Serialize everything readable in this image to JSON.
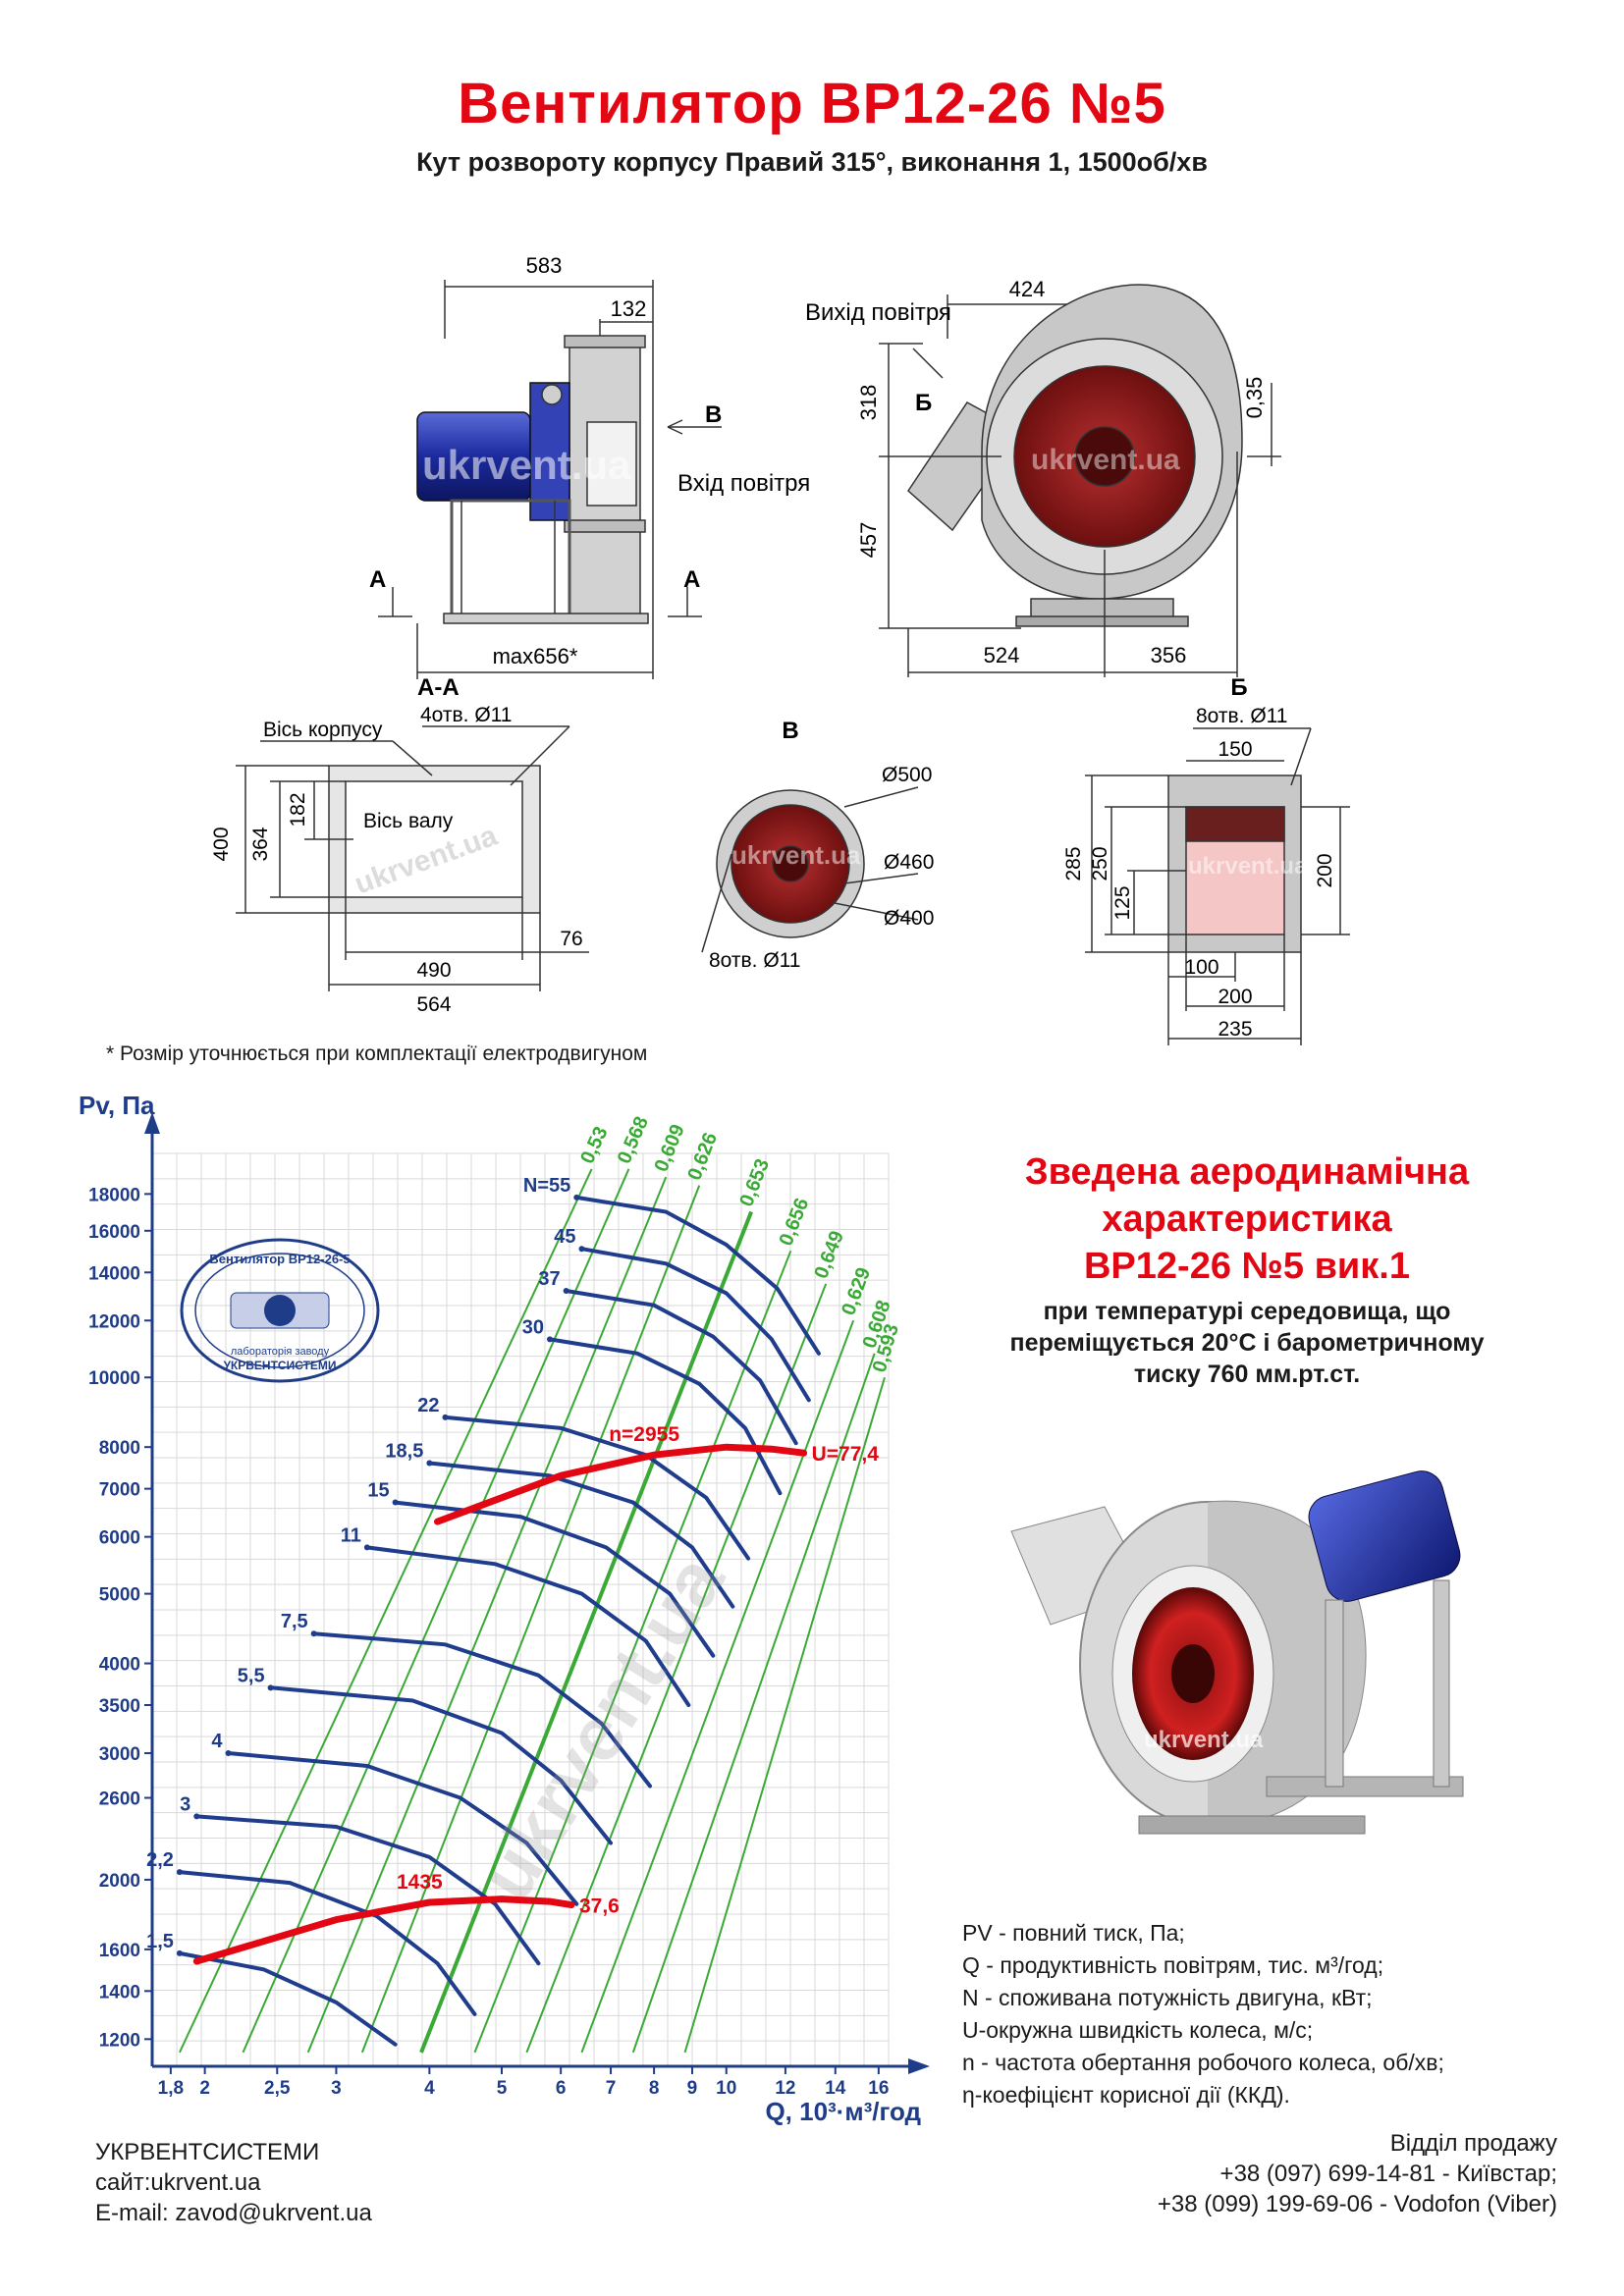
{
  "header": {
    "title": "Вентилятор  ВР12-26 №5",
    "subtitle": "Кут розвороту корпусу Правий 315°, виконання 1, 1500об/хв"
  },
  "drawing": {
    "side_view": {
      "dim_583": "583",
      "dim_132": "132",
      "label_B": "В",
      "inlet": "Вхід повітря",
      "label_A_left": "А",
      "label_A_right": "А",
      "dim_max": "max656*"
    },
    "front_view": {
      "outlet": "Вихід повітря",
      "dim_424": "424",
      "dim_318": "318",
      "label_B": "Б",
      "dim_035": "0,35",
      "dim_457": "457",
      "dim_524": "524",
      "dim_356": "356"
    },
    "section_aa": {
      "title": "А-А",
      "axis_body": "Вісь корпусу",
      "holes": "4отв.   Ø11",
      "axis_shaft": "Вісь валу",
      "dim_400": "400",
      "dim_364": "364",
      "dim_182": "182",
      "dim_76": "76",
      "dim_490": "490",
      "dim_564": "564"
    },
    "view_v": {
      "title": "В",
      "d500": "Ø500",
      "d460": "Ø460",
      "d400": "Ø400",
      "holes": "8отв. Ø11"
    },
    "view_b": {
      "title": "Б",
      "holes": "8отв. Ø11",
      "dim_150": "150",
      "dim_285": "285",
      "dim_250": "250",
      "dim_125": "125",
      "dim_200v": "200",
      "dim_100": "100",
      "dim_200h": "200",
      "dim_235": "235"
    },
    "footnote": "* Розмір уточнюється при комплектації електродвигуном",
    "watermark": "ukrvent.ua"
  },
  "performance": {
    "title_lines": [
      "Зведена аеродинамічна",
      "характеристика",
      "ВР12-26 №5 вик.1"
    ],
    "desc_lines": [
      "при температурі середовища, що",
      "переміщується 20°С і барометричному",
      "тиску 760 мм.рт.ст."
    ]
  },
  "legend": [
    "PV - повний тиск, Па;",
    "Q - продуктивність повітрям, тис. м³/год;",
    "N - споживана потужність двигуна, кВт;",
    "U-окружна швидкість колеса, м/с;",
    "n - частота обертання робочого колеса, об/хв;",
    "η-коефіцієнт корисної дії (ККД)."
  ],
  "footer": {
    "company": "УКРВЕНТСИСТЕМИ",
    "site": "сайт:ukrvent.ua",
    "email": "E-mail: zavod@ukrvent.ua",
    "sales_title": "Відділ продажу",
    "phone1": "+38 (097) 699-14-81 - Київстар;",
    "phone2": "+38 (099) 199-69-06 - Vodofon (Viber)"
  },
  "stamp": {
    "top": "Вентилятор ВР12-26-5",
    "mid": "лабораторія заводу",
    "bottom": "УКРВЕНТСИСТЕМИ"
  },
  "chart_data": {
    "type": "line",
    "title": "",
    "ylabel": "Pv, Па",
    "xlabel": "Q, 10³·м³/год",
    "x_scale": "log",
    "y_scale": "log",
    "xlim": [
      1.7,
      16.5
    ],
    "ylim": [
      1100,
      20500
    ],
    "x_ticks": [
      "1,8",
      "2",
      "2,5",
      "3",
      "4",
      "5",
      "6",
      "7",
      "8",
      "9",
      "10",
      "12",
      "14",
      "16"
    ],
    "x_tick_values": [
      1.8,
      2,
      2.5,
      3,
      4,
      5,
      6,
      7,
      8,
      9,
      10,
      12,
      14,
      16
    ],
    "y_ticks": [
      "1200",
      "1400",
      "1600",
      "2000",
      "2600",
      "3000",
      "3500",
      "4000",
      "5000",
      "6000",
      "7000",
      "8000",
      "10000",
      "12000",
      "14000",
      "16000",
      "18000"
    ],
    "y_tick_values": [
      1200,
      1400,
      1600,
      2000,
      2600,
      3000,
      3500,
      4000,
      5000,
      6000,
      7000,
      8000,
      10000,
      12000,
      14000,
      16000,
      18000
    ],
    "speed_curves": [
      {
        "label": "n=2955",
        "u_label": "U=77,4",
        "points": [
          [
            4.1,
            6300
          ],
          [
            6.0,
            7300
          ],
          [
            8.0,
            7800
          ],
          [
            10.0,
            8000
          ],
          [
            11.5,
            7950
          ],
          [
            12.7,
            7850
          ]
        ]
      },
      {
        "label": "1435",
        "u_label": "37,6",
        "points": [
          [
            1.95,
            1540
          ],
          [
            3.0,
            1760
          ],
          [
            4.0,
            1860
          ],
          [
            5.0,
            1880
          ],
          [
            5.8,
            1865
          ],
          [
            6.2,
            1845
          ]
        ]
      }
    ],
    "power_curves": [
      {
        "label": "N=55",
        "points": [
          [
            6.3,
            17800
          ],
          [
            8.3,
            17000
          ],
          [
            10.0,
            15300
          ],
          [
            11.7,
            13300
          ],
          [
            13.3,
            10800
          ]
        ]
      },
      {
        "label": "45",
        "points": [
          [
            6.4,
            15100
          ],
          [
            8.3,
            14400
          ],
          [
            10.0,
            13100
          ],
          [
            11.5,
            11300
          ],
          [
            12.9,
            9300
          ]
        ]
      },
      {
        "label": "37",
        "points": [
          [
            6.1,
            13200
          ],
          [
            8.0,
            12600
          ],
          [
            9.6,
            11400
          ],
          [
            11.1,
            9900
          ],
          [
            12.4,
            8100
          ]
        ]
      },
      {
        "label": "30",
        "points": [
          [
            5.8,
            11300
          ],
          [
            7.6,
            10800
          ],
          [
            9.2,
            9800
          ],
          [
            10.6,
            8500
          ],
          [
            11.8,
            6900
          ]
        ]
      },
      {
        "label": "22",
        "points": [
          [
            4.2,
            8800
          ],
          [
            6.0,
            8500
          ],
          [
            7.8,
            7800
          ],
          [
            9.4,
            6800
          ],
          [
            10.7,
            5600
          ]
        ]
      },
      {
        "label": "18,5",
        "points": [
          [
            4.0,
            7600
          ],
          [
            5.8,
            7300
          ],
          [
            7.5,
            6700
          ],
          [
            9.0,
            5800
          ],
          [
            10.2,
            4800
          ]
        ]
      },
      {
        "label": "15",
        "points": [
          [
            3.6,
            6700
          ],
          [
            5.3,
            6400
          ],
          [
            6.9,
            5800
          ],
          [
            8.4,
            5000
          ],
          [
            9.6,
            4100
          ]
        ]
      },
      {
        "label": "11",
        "points": [
          [
            3.3,
            5800
          ],
          [
            4.9,
            5500
          ],
          [
            6.4,
            5000
          ],
          [
            7.8,
            4300
          ],
          [
            8.9,
            3500
          ]
        ]
      },
      {
        "label": "7,5",
        "points": [
          [
            2.8,
            4400
          ],
          [
            4.2,
            4250
          ],
          [
            5.6,
            3850
          ],
          [
            6.8,
            3300
          ],
          [
            7.9,
            2700
          ]
        ]
      },
      {
        "label": "5,5",
        "points": [
          [
            2.45,
            3700
          ],
          [
            3.8,
            3550
          ],
          [
            5.0,
            3200
          ],
          [
            6.0,
            2750
          ],
          [
            7.0,
            2250
          ]
        ]
      },
      {
        "label": "4",
        "points": [
          [
            2.15,
            3000
          ],
          [
            3.3,
            2880
          ],
          [
            4.4,
            2600
          ],
          [
            5.4,
            2250
          ],
          [
            6.3,
            1850
          ]
        ]
      },
      {
        "label": "3",
        "points": [
          [
            1.95,
            2450
          ],
          [
            3.0,
            2370
          ],
          [
            4.0,
            2150
          ],
          [
            4.9,
            1850
          ],
          [
            5.6,
            1530
          ]
        ]
      },
      {
        "label": "2,2",
        "points": [
          [
            1.85,
            2050
          ],
          [
            2.6,
            1980
          ],
          [
            3.4,
            1780
          ],
          [
            4.1,
            1530
          ],
          [
            4.6,
            1300
          ]
        ]
      },
      {
        "label": "1,5",
        "points": [
          [
            1.85,
            1580
          ],
          [
            2.4,
            1500
          ],
          [
            3.0,
            1350
          ],
          [
            3.6,
            1180
          ]
        ]
      }
    ],
    "efficiency_lines": [
      {
        "label": "0,53",
        "from": [
          1.85,
          1150
        ],
        "to": [
          6.6,
          19500
        ]
      },
      {
        "label": "0,568",
        "from": [
          2.25,
          1150
        ],
        "to": [
          7.4,
          19500
        ]
      },
      {
        "label": "0,609",
        "from": [
          2.75,
          1150
        ],
        "to": [
          8.3,
          19000
        ]
      },
      {
        "label": "0,626",
        "from": [
          3.25,
          1150
        ],
        "to": [
          9.2,
          18500
        ]
      },
      {
        "label": "0,653",
        "from": [
          3.9,
          1150
        ],
        "to": [
          10.8,
          17000
        ]
      },
      {
        "label": "0,656",
        "from": [
          4.6,
          1150
        ],
        "to": [
          12.2,
          15000
        ]
      },
      {
        "label": "0,649",
        "from": [
          5.4,
          1150
        ],
        "to": [
          13.6,
          13500
        ]
      },
      {
        "label": "0,629",
        "from": [
          6.4,
          1150
        ],
        "to": [
          14.8,
          12000
        ]
      },
      {
        "label": "0,608",
        "from": [
          7.5,
          1150
        ],
        "to": [
          15.8,
          10800
        ]
      },
      {
        "label": "0,593",
        "from": [
          8.8,
          1150
        ],
        "to": [
          16.3,
          10000
        ]
      }
    ],
    "best_efficiency_index": 4,
    "grid": true
  },
  "colors": {
    "red": "#e30613",
    "curve_blue": "#1f3d8c",
    "axis_blue": "#1f3c88",
    "eff_green": "#3aa935",
    "housing_grey": "#c8c8c8",
    "wheel_red": "#8b1a1a"
  }
}
